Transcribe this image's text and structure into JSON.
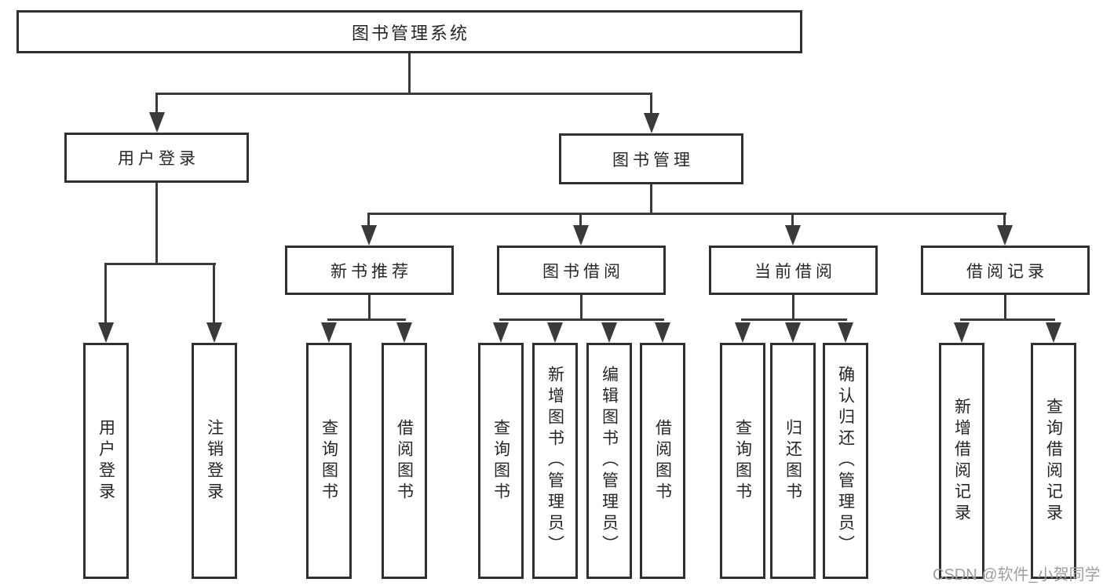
{
  "diagram": {
    "root": {
      "label": "图书管理系统"
    },
    "branches": [
      {
        "label": "用户登录",
        "children": [
          "用户登录",
          "注销登录"
        ]
      },
      {
        "label": "图书管理",
        "groups": [
          {
            "label": "新书推荐",
            "children": [
              "查询图书",
              "借阅图书"
            ]
          },
          {
            "label": "图书借阅",
            "children": [
              "查询图书",
              "新增图书（管理员）",
              "编辑图书（管理员）",
              "借阅图书"
            ]
          },
          {
            "label": "当前借阅",
            "children": [
              "查询图书",
              "归还图书",
              "确认归还（管理员）"
            ]
          },
          {
            "label": "借阅记录",
            "children": [
              "新增借阅记录",
              "查询借阅记录"
            ]
          }
        ]
      }
    ]
  },
  "watermark": {
    "text": "CSDN @软件_小贺同学"
  },
  "colors": {
    "background": "#ffffff",
    "box_border": "#303030",
    "connector_line": "#3a3a3a",
    "text": "#262626",
    "watermark_text": "#9e9e9e"
  }
}
